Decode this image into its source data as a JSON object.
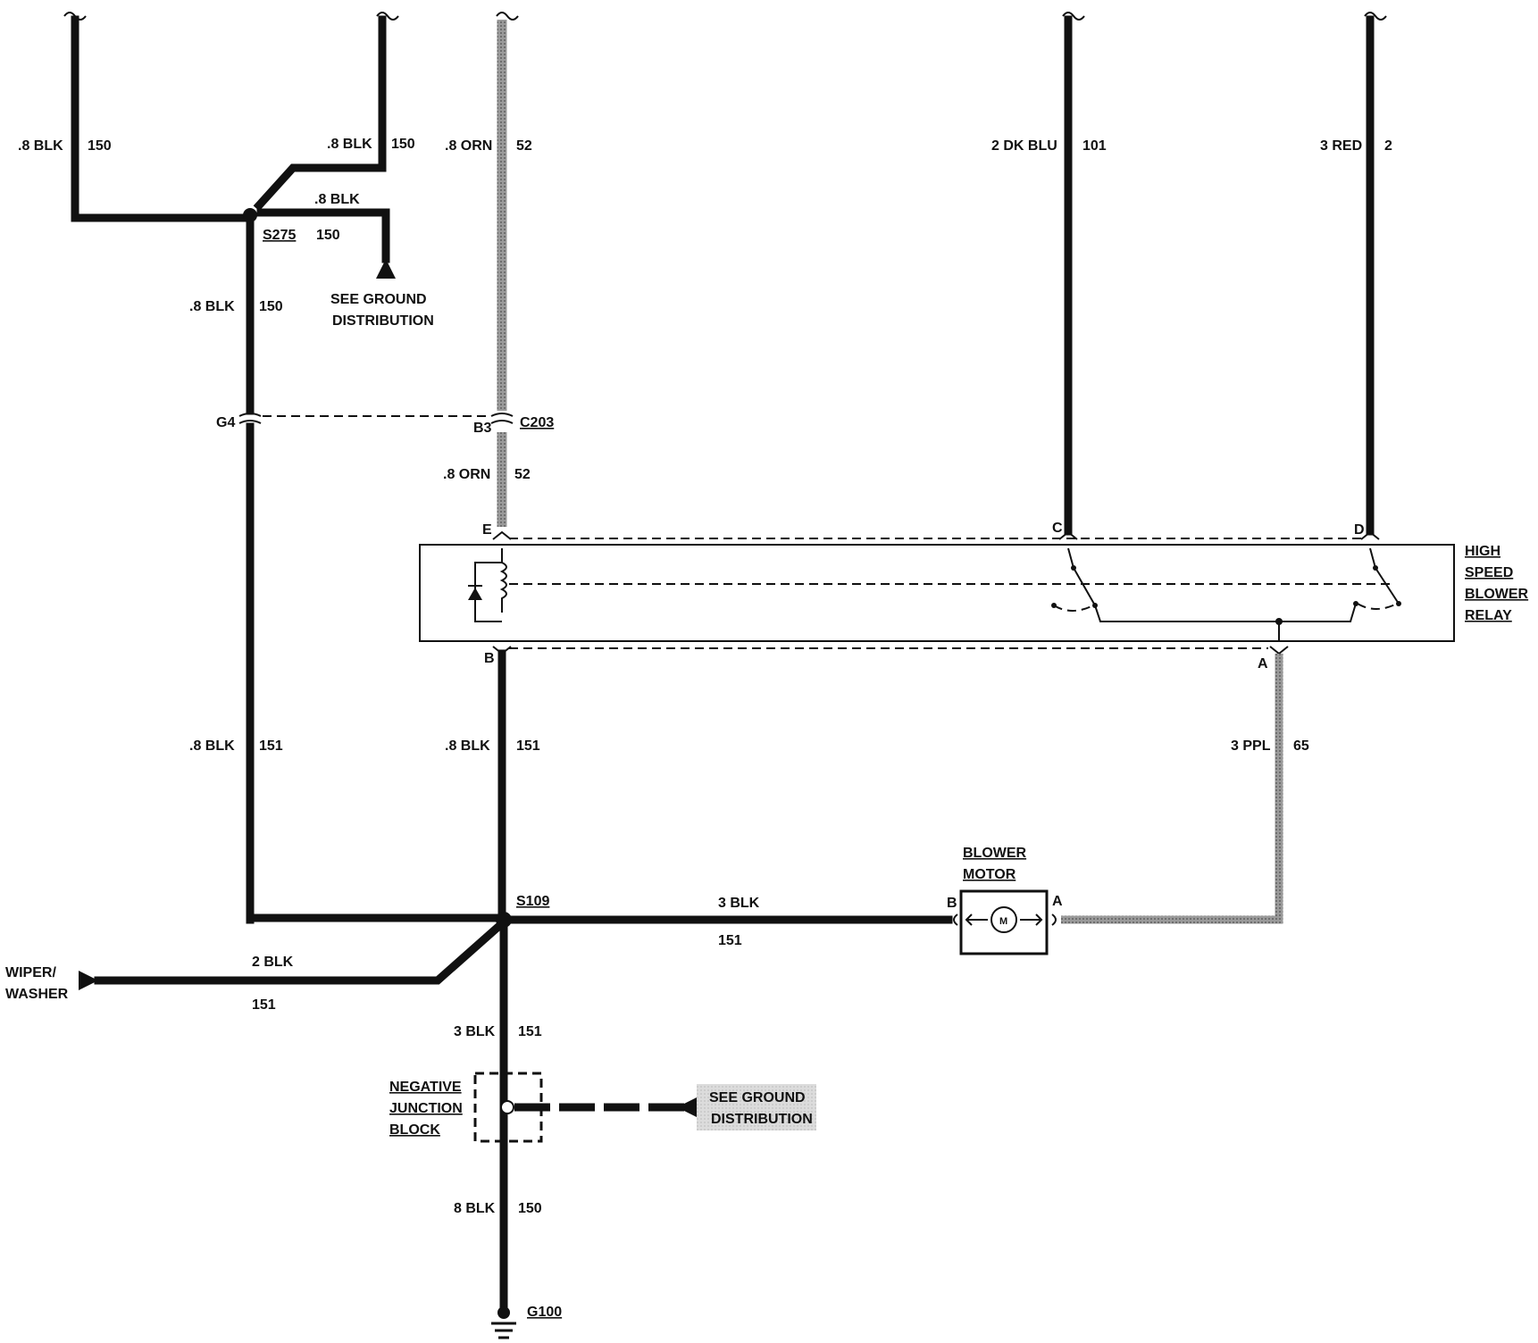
{
  "labels": {
    "w150_left": ".8 BLK",
    "w150_left_num": "150",
    "w150_right": ".8 BLK",
    "w150_right_num": "150",
    "w52_top": ".8 ORN",
    "w52_top_num": "52",
    "w101": "2 DK BLU",
    "w101_num": "101",
    "w2": "3 RED",
    "w2_num": "2",
    "ground_branch": ".8 BLK",
    "ground_branch_num": "150",
    "splice_s275": "S275",
    "see_ground_1_line1": "SEE GROUND",
    "see_ground_1_line2": "DISTRIBUTION",
    "w150_down": ".8 BLK",
    "w150_down_num": "150",
    "conn_g4": "G4",
    "conn_b3": "B3",
    "conn_c203": "C203",
    "w52_low": ".8 ORN",
    "w52_low_num": "52",
    "pin_e": "E",
    "pin_c": "C",
    "pin_d": "D",
    "pin_b": "B",
    "pin_a": "A",
    "relay_line1": "HIGH",
    "relay_line2": "SPEED",
    "relay_line3": "BLOWER",
    "relay_line4": "RELAY",
    "w151_left": ".8 BLK",
    "w151_left_num": "151",
    "w151_mid": ".8 BLK",
    "w151_mid_num": "151",
    "w65": "3 PPL",
    "w65_num": "65",
    "motor_line1": "BLOWER",
    "motor_line2": "MOTOR",
    "motor_pin_b": "B",
    "motor_pin_a": "A",
    "motor_symbol": "M",
    "splice_s109": "S109",
    "w3blk_motor": "3 BLK",
    "w3blk_motor_num": "151",
    "wiper_line1": "WIPER/",
    "wiper_line2": "WASHER",
    "w2blk": "2 BLK",
    "w2blk_num": "151",
    "w3blk_down": "3 BLK",
    "w3blk_down_num": "151",
    "njb_line1": "NEGATIVE",
    "njb_line2": "JUNCTION",
    "njb_line3": "BLOCK",
    "see_ground_2_line1": "SEE GROUND",
    "see_ground_2_line2": "DISTRIBUTION",
    "w8blk": "8 BLK",
    "w8blk_num": "150",
    "ground_g100": "G100"
  }
}
